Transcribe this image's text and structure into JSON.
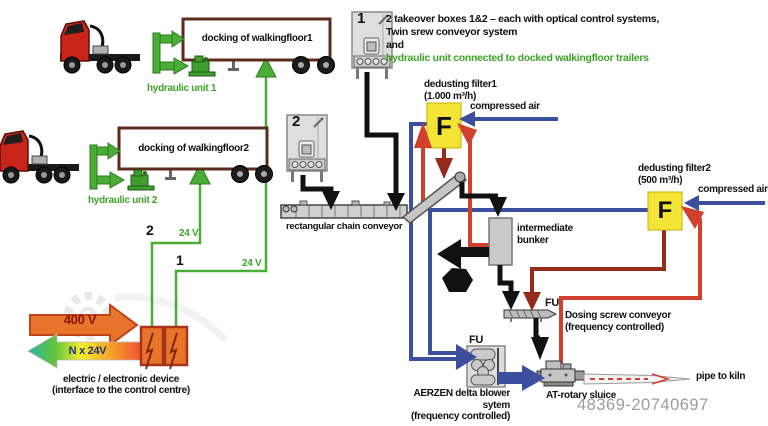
{
  "colors": {
    "green": "#4aad35",
    "green_dark": "#2c7a1e",
    "text_green": "#3fa32a",
    "blue": "#3c4f9e",
    "red": "#d0402c",
    "dark_red": "#962b1c",
    "yellow": "#f3e435",
    "orange": "#e8732a",
    "orange_border": "#bf441c",
    "truck_red": "#c9241a",
    "text_dark_red": "#8b1500",
    "text_navy": "#24317c",
    "watermark_gray": "#9c9c9c"
  },
  "annotation": {
    "line1": "2 takeover boxes 1&2 – each with optical control systems,",
    "line2": "Twin srew conveyor system",
    "line3": "and",
    "line4": "hydraulic unit connected to docked walkingfloor trailers"
  },
  "trailers": {
    "trailer1": "docking of walkingfloor1",
    "trailer2": "docking of walkingfloor2"
  },
  "hydraulic": {
    "unit1": "hydraulic unit 1",
    "unit2": "hydraulic unit 2"
  },
  "takeover_boxes": {
    "box1": "1",
    "box2": "2"
  },
  "control_lines": {
    "line1": {
      "number": "1",
      "voltage": "24 V"
    },
    "line2": {
      "number": "2",
      "voltage": "24 V"
    }
  },
  "power": {
    "mains": "400 V",
    "control": "N x 24V",
    "device": "electric / electronic device\n(interface to the control centre)"
  },
  "conveyor": {
    "label": "rectangular chain conveyor"
  },
  "filters": {
    "filter1": {
      "title": "dedusting filter1\n(1.000 m³/h)",
      "symbol": "F",
      "compressed_air": "compressed air"
    },
    "filter2": {
      "title": "dedusting filter2\n(500 m³/h)",
      "symbol": "F",
      "compressed_air": "compressed air"
    }
  },
  "bunker": {
    "label": "intermediate\nbunker"
  },
  "dosing": {
    "fu": "FU",
    "label": "Dosing screw conveyor\n(frequency controlled)"
  },
  "blower": {
    "fu": "FU",
    "label": "AERZEN delta blower\nsytem\n(frequency controlled)"
  },
  "sluice": {
    "label": "AT-rotary sluice"
  },
  "pipe": {
    "label": "pipe to kiln"
  },
  "watermark": {
    "id": "48369-20740697"
  }
}
